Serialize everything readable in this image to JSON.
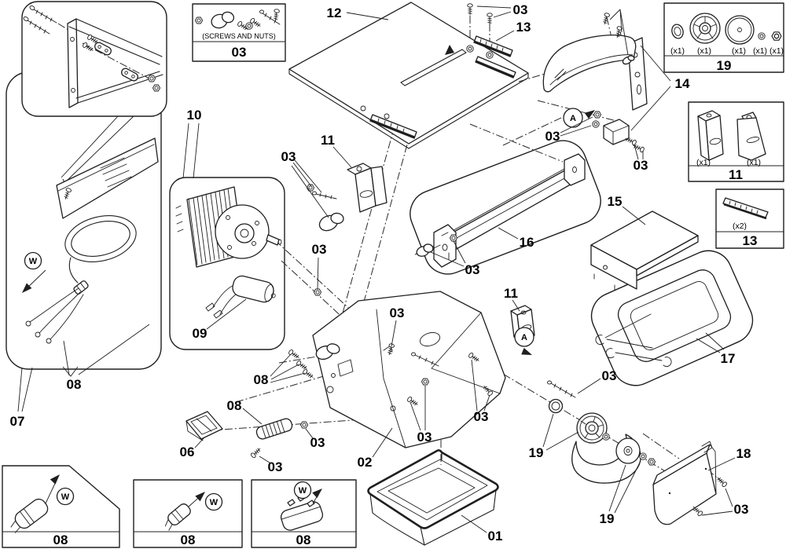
{
  "parts": {
    "n01": "01",
    "n02": "02",
    "n03": "03",
    "n06": "06",
    "n07": "07",
    "n08": "08",
    "n09": "09",
    "n10": "10",
    "n11": "11",
    "n12": "12",
    "n13": "13",
    "n14": "14",
    "n15": "15",
    "n16": "16",
    "n17": "17",
    "n18": "18",
    "n19": "19"
  },
  "boxes": {
    "screws_nuts": {
      "caption": "(SCREWS AND NUTS)",
      "number": "03"
    },
    "flange_kit": {
      "number": "19"
    },
    "bracket_kit": {
      "number": "11"
    },
    "ruler_kit": {
      "number": "13"
    },
    "plug_kit": {
      "number": "08"
    }
  },
  "quantities": {
    "x1": "(x1)",
    "x2": "(x2)"
  },
  "markers": {
    "detail_view": "A",
    "wiring": "W"
  },
  "colors": {
    "line": "#1f1f1f",
    "background": "#ffffff"
  }
}
